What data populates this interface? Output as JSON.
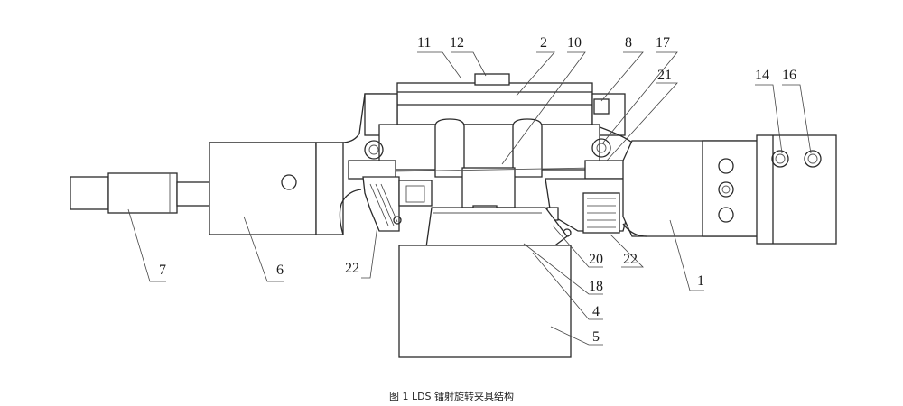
{
  "caption": "图 1 LDS 镭射旋转夹具结构",
  "labels": {
    "l1": "1",
    "l2": "2",
    "l4": "4",
    "l5": "5",
    "l6": "6",
    "l7": "7",
    "l8": "8",
    "l10": "10",
    "l11": "11",
    "l12": "12",
    "l14": "14",
    "l16": "16",
    "l17": "17",
    "l18": "18",
    "l20": "20",
    "l21": "21",
    "l22a": "22",
    "l22b": "22"
  }
}
